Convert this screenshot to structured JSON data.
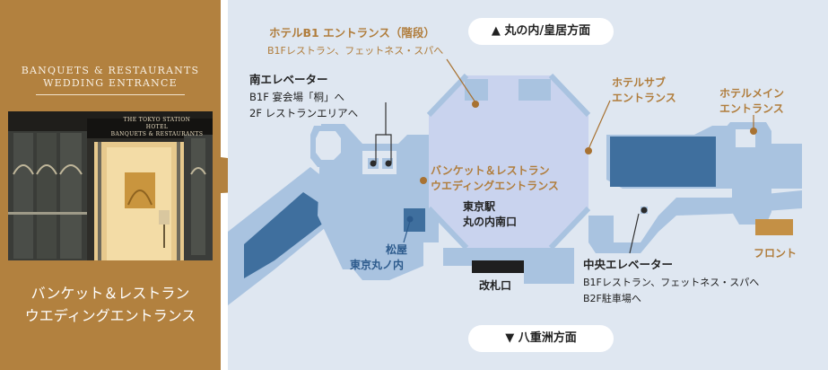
{
  "left_panel": {
    "title_line1": "BANQUETS & RESTAURANTS",
    "title_line2": "WEDDING ENTRANCE",
    "photo_sign_line1": "THE TOKYO STATION",
    "photo_sign_line2": "HOTEL",
    "photo_sign_line3": "BANQUETS & RESTAURANTS",
    "caption_line1": "バンケット＆レストラン",
    "caption_line2": "ウエディングエントランス"
  },
  "map": {
    "north_pill": "▲ 丸の内/皇居方面",
    "south_pill": "▼ 八重洲方面",
    "b1_entrance": {
      "title": "ホテルB1 エントランス（階段）",
      "sub": "B1Fレストラン、フェットネス・スパへ"
    },
    "south_elevator": {
      "title": "南エレベーター",
      "line1": "B1F 宴会場「桐」へ",
      "line2": "2F レストランエリアへ"
    },
    "sub_entrance": {
      "line1": "ホテルサブ",
      "line2": "エントランス"
    },
    "main_entrance": {
      "line1": "ホテルメイン",
      "line2": "エントランス"
    },
    "banquet_entrance": {
      "line1": "バンケット＆レストラン",
      "line2": "ウエディングエントランス"
    },
    "station": {
      "line1": "東京駅",
      "line2": "丸の内南口"
    },
    "matsuya": {
      "line1": "松屋",
      "line2": "東京丸ノ内"
    },
    "ticket_gate": "改札口",
    "central_elevator": {
      "title": "中央エレベーター",
      "line1": "B1Fレストラン、フェットネス・スパへ",
      "line2": "B2F駐車場へ"
    },
    "front": "フロント"
  },
  "colors": {
    "panel_gold": "#b2813f",
    "map_bg": "#dfe7f1",
    "building": "#a9c3e0",
    "dark_block": "#3f6f9e",
    "station_hall": "#c9d3ee",
    "marker": "#a87232"
  }
}
